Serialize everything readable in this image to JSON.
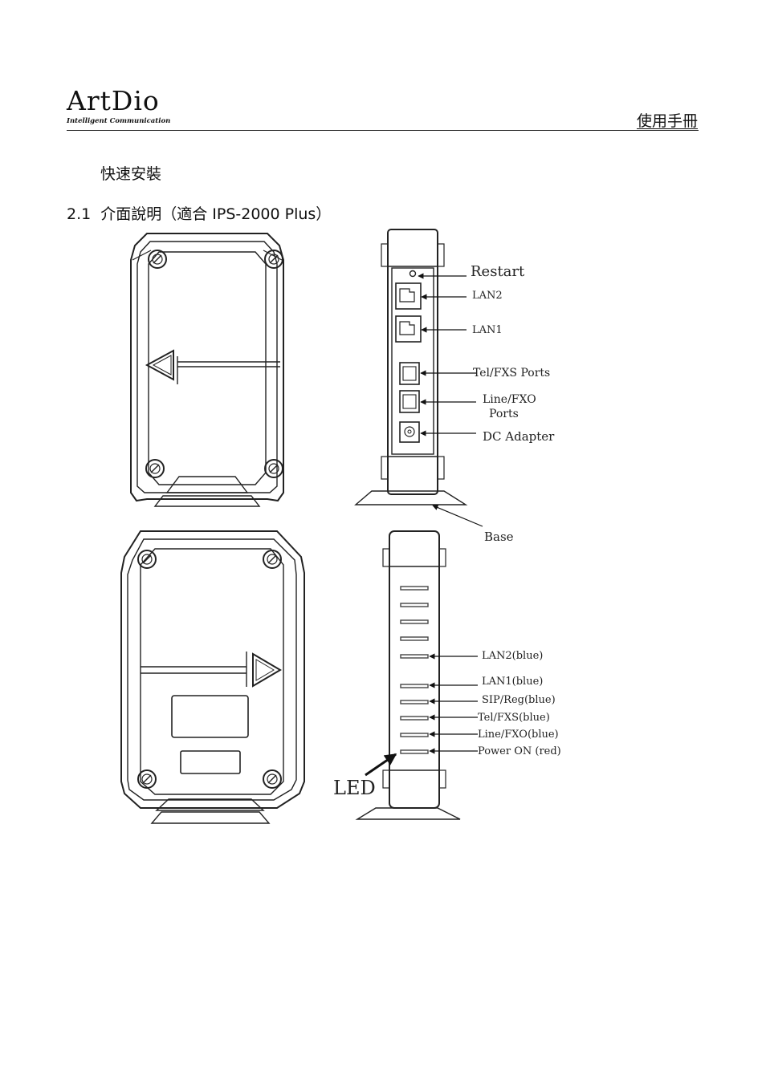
{
  "header": {
    "logo_text": "ArtDio",
    "logo_tagline": "Intelligent Communication",
    "manual_label": "使用手冊"
  },
  "sections": {
    "quick_install": "快速安裝",
    "interface_number": "2.1",
    "interface_title": "介面說明（適合 IPS-2000 Plus）"
  },
  "diagram": {
    "side_labels": {
      "restart": "Restart",
      "lan2": "LAN2",
      "lan1": "LAN1",
      "tel_fxs": "Tel/FXS Ports",
      "line_fxo_1": "Line/FXO",
      "line_fxo_2": "Ports",
      "dc": "DC Adapter",
      "base": "Base"
    },
    "led_labels": {
      "lan2": "LAN2(blue)",
      "lan1": "LAN1(blue)",
      "sip": "SIP/Reg(blue)",
      "tel": "Tel/FXS(blue)",
      "line": "Line/FXO(blue)",
      "power": "Power ON (red)",
      "led": "LED"
    }
  }
}
